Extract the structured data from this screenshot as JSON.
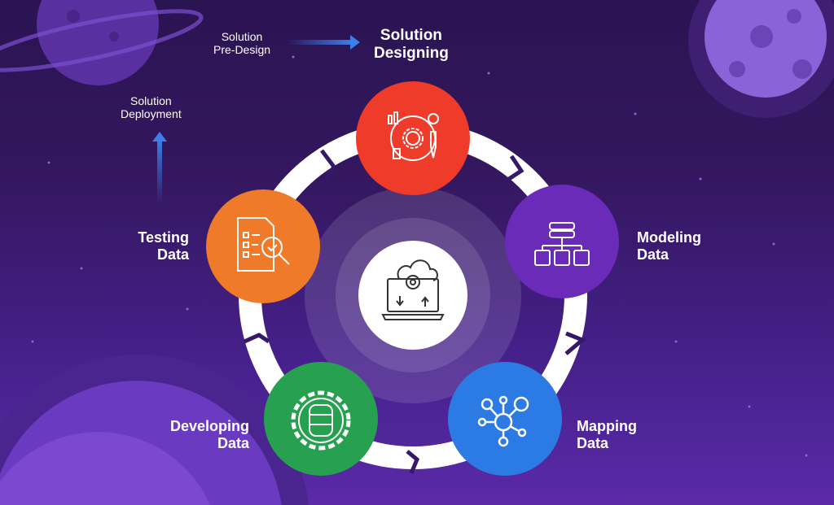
{
  "flow": {
    "pre_design": "Solution Pre-Design",
    "pre_design_l1": "Solution",
    "pre_design_l2": "Pre-Design",
    "designing_l1": "Solution",
    "designing_l2": "Designing",
    "deployment_l1": "Solution",
    "deployment_l2": "Deployment"
  },
  "stages": [
    {
      "l1": "Solution",
      "l2": "Designing",
      "color": "#ee3b2a",
      "icon": "design-strategy-icon"
    },
    {
      "l1": "Modeling",
      "l2": "Data",
      "color": "#6a2bb8",
      "icon": "hierarchy-database-icon"
    },
    {
      "l1": "Mapping",
      "l2": "Data",
      "color": "#2c7be5",
      "icon": "network-nodes-icon"
    },
    {
      "l1": "Developing",
      "l2": "Data",
      "color": "#27a04f",
      "icon": "database-gear-icon"
    },
    {
      "l1": "Testing",
      "l2": "Data",
      "color": "#ef7a2a",
      "icon": "document-inspection-icon"
    }
  ],
  "center": {
    "icon": "laptop-cloud-gear-icon"
  }
}
